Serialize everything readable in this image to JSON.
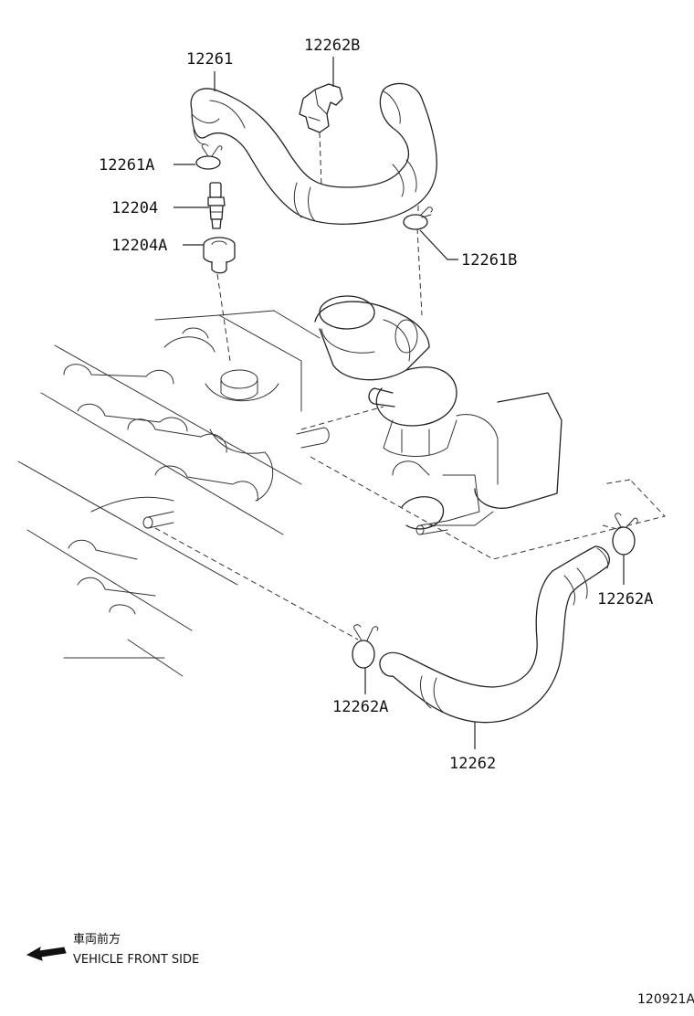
{
  "diagram": {
    "labels": {
      "p12261": "12261",
      "p12262B": "12262B",
      "p12261A": "12261A",
      "p12204": "12204",
      "p12204A": "12204A",
      "p12261B": "12261B",
      "p12262A_right": "12262A",
      "p12262A_left": "12262A",
      "p12262": "12262"
    },
    "direction_note": {
      "japanese": "車両前方",
      "english": "VEHICLE FRONT SIDE"
    },
    "reference_code": "120921A"
  }
}
